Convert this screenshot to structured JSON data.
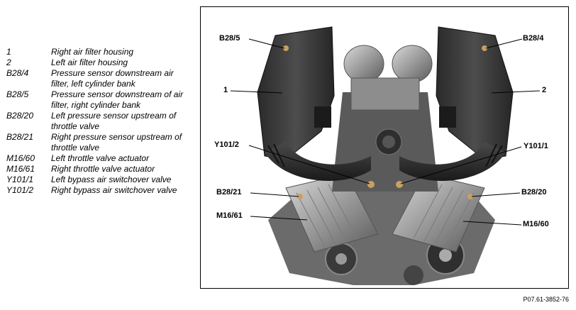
{
  "legend": [
    {
      "code": "1",
      "desc": "Right air filter housing"
    },
    {
      "code": "2",
      "desc": "Left air filter housing"
    },
    {
      "code": "B28/4",
      "desc": "Pressure sensor downstream air filter, left cylinder bank"
    },
    {
      "code": "B28/5",
      "desc": "Pressure sensor downstream of air filter, right cylinder bank"
    },
    {
      "code": "B28/20",
      "desc": "Left pressure sensor upstream of throttle valve"
    },
    {
      "code": "B28/21",
      "desc": "Right pressure sensor upstream of throttle valve"
    },
    {
      "code": "M16/60",
      "desc": "Left throttle valve actuator"
    },
    {
      "code": "M16/61",
      "desc": "Right throttle valve actuator"
    },
    {
      "code": "Y101/1",
      "desc": "Left bypass air switchover valve"
    },
    {
      "code": "Y101/2",
      "desc": "Right bypass air switchover valve"
    }
  ],
  "callouts": {
    "b28_5": "B28/5",
    "b28_4": "B28/4",
    "one": "1",
    "two": "2",
    "y101_2": "Y101/2",
    "y101_1": "Y101/1",
    "b28_21": "B28/21",
    "b28_20": "B28/20",
    "m16_61": "M16/61",
    "m16_60": "M16/60"
  },
  "figure_id": "P07.61-3852-76"
}
